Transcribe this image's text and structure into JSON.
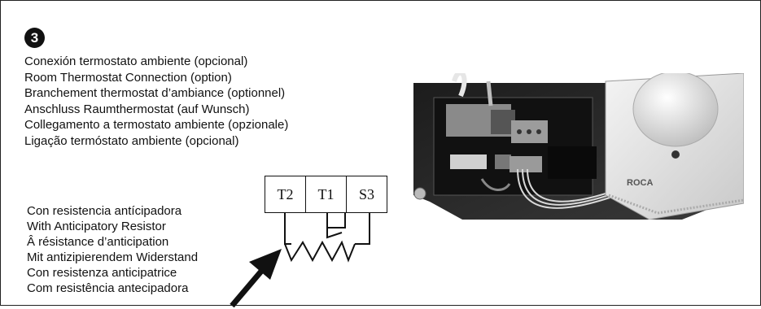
{
  "step": {
    "number": "3"
  },
  "heading_lines": [
    "Conexión termostato ambiente (opcional)",
    "Room Thermostat Connection (option)",
    "Branchement thermostat d’ambiance (optionnel)",
    "Anschluss Raumthermostat (auf Wunsch)",
    "Collegamento a termostato ambiente (opzionale)",
    "Ligação termóstato ambiente (opcional)"
  ],
  "terminals": [
    "T2",
    "T1",
    "S3"
  ],
  "resistor_lines": [
    "Con resistencia antícipadora",
    "With Anticipatory Resistor",
    "Â résistance d’anticipation",
    "Mit antizipierendem Widerstand",
    "Con resistenza anticipatrice",
    "Com resistência antecipadora"
  ],
  "photo": {
    "brand_label": "ROCA"
  }
}
